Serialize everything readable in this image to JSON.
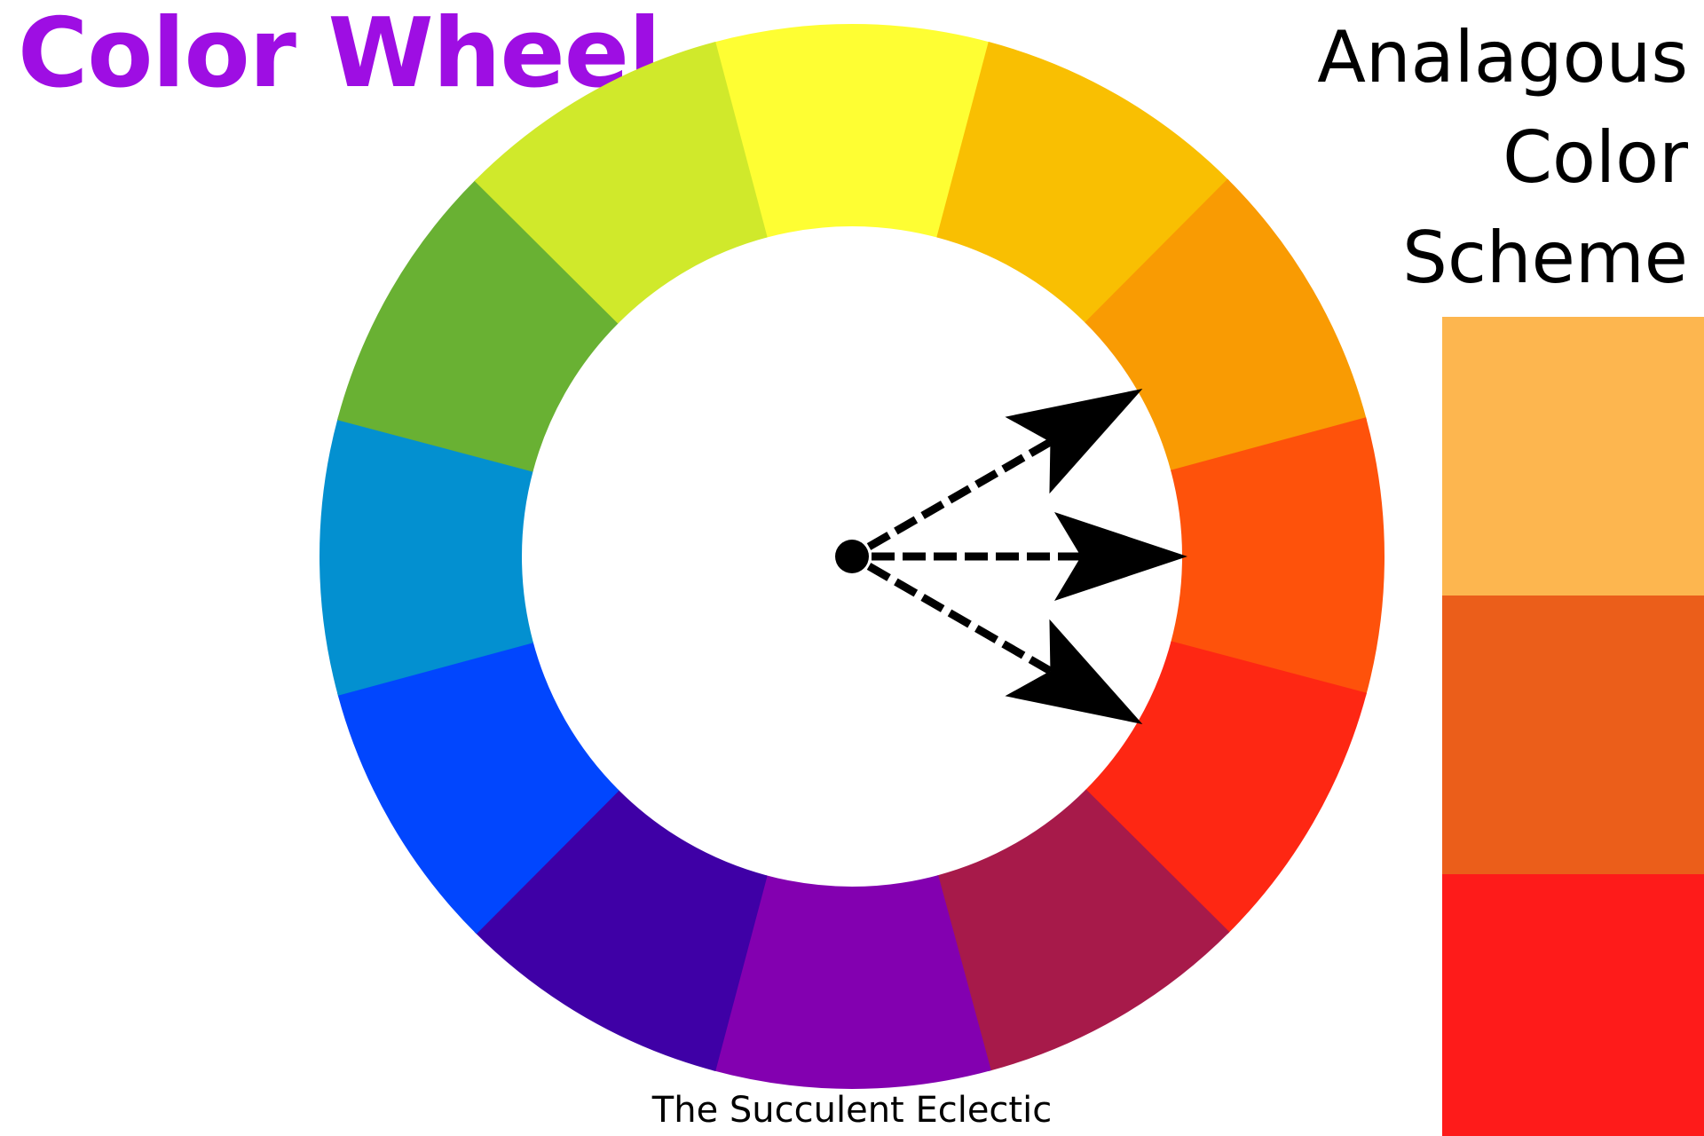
{
  "title": "Color Wheel",
  "title_color": "#9E0EE3",
  "scheme_title": [
    "Analagous",
    "Color",
    "Scheme"
  ],
  "credit": "The Succulent Eclectic",
  "wheel": {
    "segments": [
      {
        "name": "yellow",
        "color": "#FEFE33"
      },
      {
        "name": "yellow-orange",
        "color": "#F9BF02"
      },
      {
        "name": "orange",
        "color": "#F99B03"
      },
      {
        "name": "red-orange",
        "color": "#FE520B"
      },
      {
        "name": "red",
        "color": "#FE2713"
      },
      {
        "name": "red-violet",
        "color": "#A71A4A"
      },
      {
        "name": "violet",
        "color": "#8300B0"
      },
      {
        "name": "blue-violet",
        "color": "#3F00A6"
      },
      {
        "name": "blue",
        "color": "#0146FE"
      },
      {
        "name": "blue-green",
        "color": "#0390D0"
      },
      {
        "name": "green",
        "color": "#69B133"
      },
      {
        "name": "yellow-green",
        "color": "#D0E92B"
      }
    ]
  },
  "arrows": [
    {
      "target": "orange",
      "icon": "dashed-arrow-icon"
    },
    {
      "target": "red-orange",
      "icon": "dashed-arrow-icon"
    },
    {
      "target": "red",
      "icon": "dashed-arrow-icon"
    }
  ],
  "swatches": [
    {
      "name": "light-orange",
      "color": "#FDB64F"
    },
    {
      "name": "dark-orange",
      "color": "#EB5E1A"
    },
    {
      "name": "red",
      "color": "#FE1B1A"
    }
  ]
}
